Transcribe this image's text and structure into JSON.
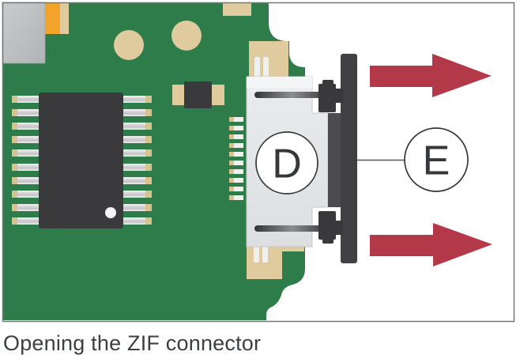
{
  "figure": {
    "caption": "Opening the ZIF connector",
    "labels": {
      "d": "D",
      "e": "E"
    }
  },
  "colors": {
    "pcb_green": "#2e7c49",
    "pad_tan": "#e0cb9e",
    "arrow_red": "#b43948",
    "ic_dark": "#3a3a3d",
    "actuator_dark": "#414144",
    "actuator_panel": "#4c4c50",
    "latch_dark": "#39393c",
    "label_ink": "#35383b",
    "leader_line": "#55585b",
    "caption_text": "#3b4043",
    "frame_border": "#74787c"
  }
}
